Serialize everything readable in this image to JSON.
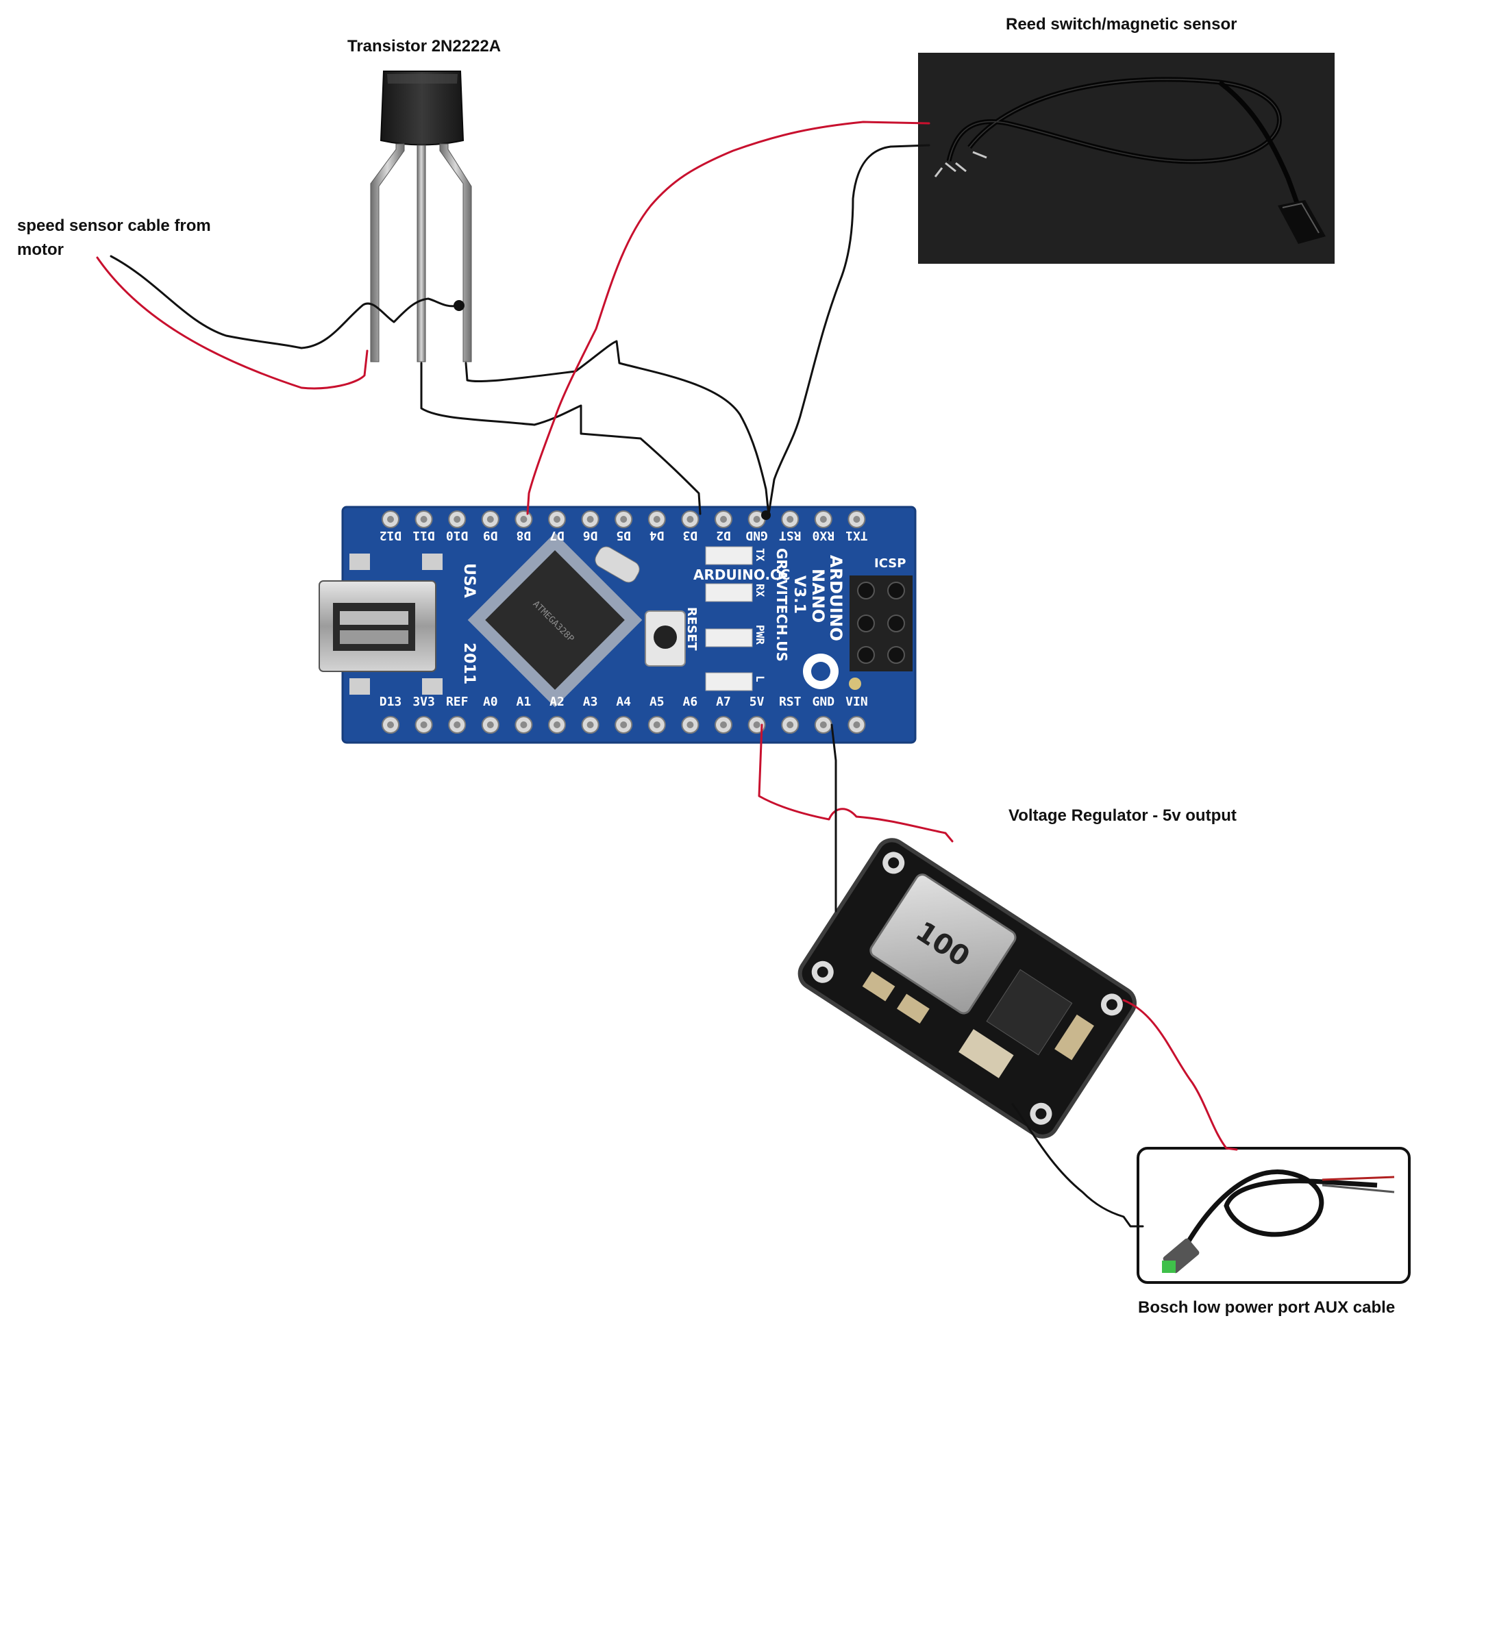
{
  "labels": {
    "transistor": "Transistor 2N2222A",
    "reed_switch": "Reed switch/magnetic sensor",
    "speed_sensor_line1": "speed sensor cable from",
    "speed_sensor_line2": "motor",
    "voltage_regulator": "Voltage Regulator - 5v output",
    "bosch_cable": "Bosch low power port AUX cable"
  },
  "arduino": {
    "top_pins": [
      "D12",
      "D11",
      "D10",
      "D9",
      "D8",
      "D7",
      "D6",
      "D5",
      "D4",
      "D3",
      "D2",
      "GND",
      "RST",
      "RX0",
      "TX1"
    ],
    "bottom_pins": [
      "D13",
      "3V3",
      "REF",
      "A0",
      "A1",
      "A2",
      "A3",
      "A4",
      "A5",
      "A6",
      "A7",
      "5V",
      "RST",
      "GND",
      "VIN"
    ],
    "brand_line1": "ARDUINO",
    "brand_line2": "NANO",
    "version": "V3.1",
    "maker": "GRAVITECH.US",
    "site": "ARDUINO.CC",
    "reset": "RESET",
    "country": "USA",
    "year": "2011",
    "icsp": "ICSP",
    "led_tx": "TX",
    "led_rx": "RX",
    "led_pwr": "PWR",
    "led_l": "L",
    "chip_text": "ATMEGA328P"
  },
  "regulator": {
    "inductor_text": "100"
  },
  "colors": {
    "wire_black": "#111111",
    "wire_red": "#c8102e",
    "board_blue": "#1e4d9a",
    "photo_bg": "#1f1f1f"
  }
}
